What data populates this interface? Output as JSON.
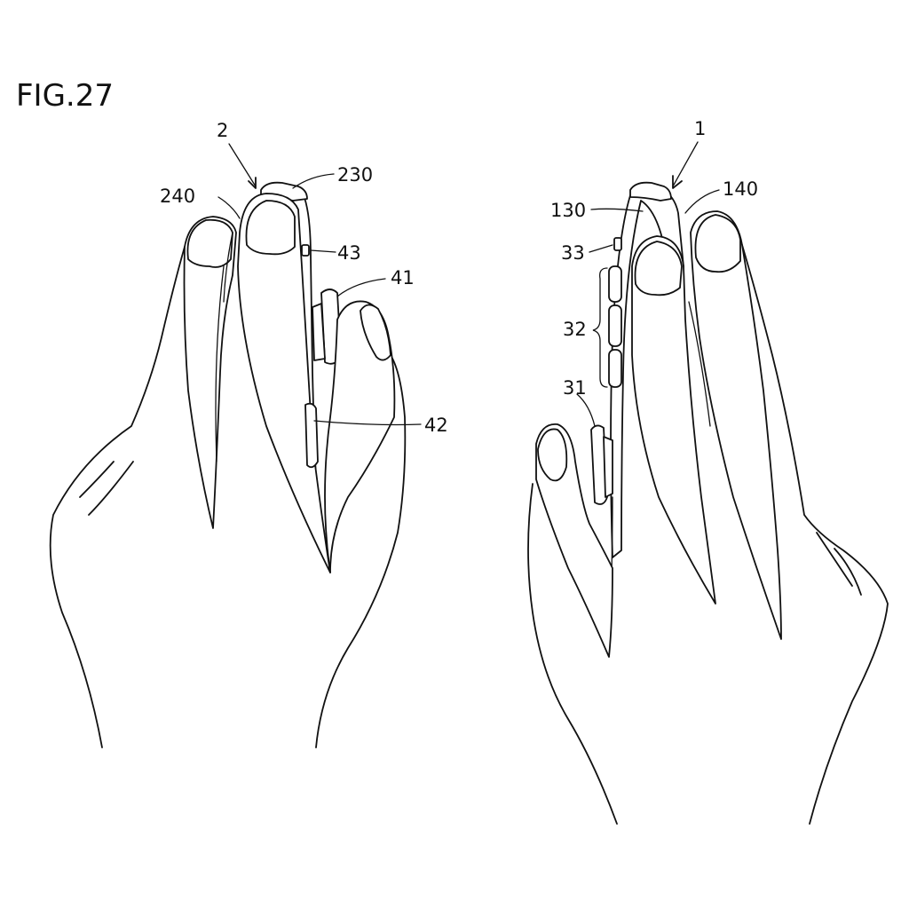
{
  "figure": {
    "title": "FIG.27"
  },
  "left_assembly": {
    "ref": "2",
    "labels": {
      "upper_face": "230",
      "side_face": "240",
      "small_button": "43",
      "upper_trigger": "41",
      "lower_trigger": "42"
    }
  },
  "right_assembly": {
    "ref": "1",
    "labels": {
      "upper_face": "130",
      "side_face": "140",
      "small_button": "33",
      "button_group": "32",
      "trigger": "31"
    }
  }
}
